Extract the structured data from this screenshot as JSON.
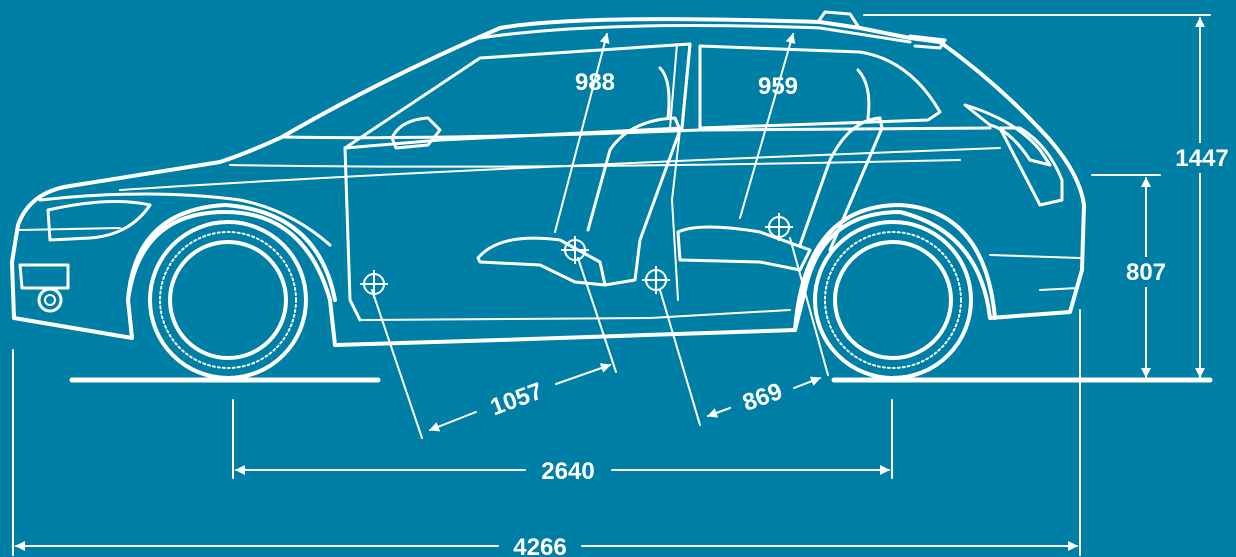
{
  "colors": {
    "background": "#007fa6",
    "line": "#ffffff"
  },
  "dimensions": {
    "headroom_front": "988",
    "headroom_rear": "959",
    "overall_height": "1447",
    "rear_height": "807",
    "front_legroom": "1057",
    "rear_legroom": "869",
    "wheelbase": "2640",
    "overall_length": "4266"
  }
}
